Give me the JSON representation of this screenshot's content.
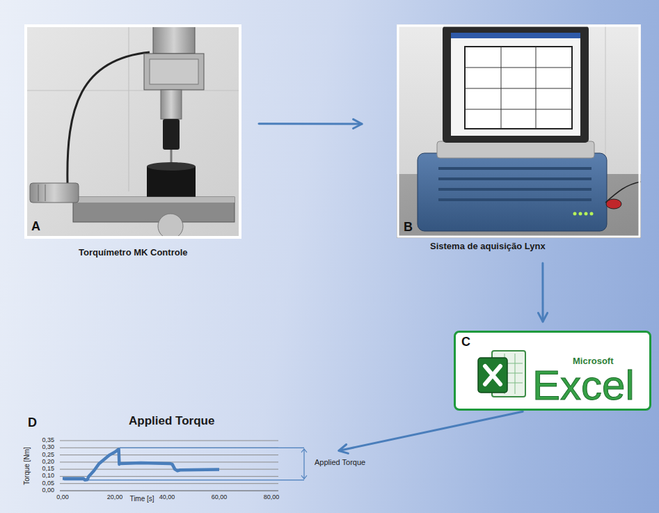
{
  "diagram": {
    "nodes": [
      {
        "text": [
          "A",
          "Torquímetro MK Controle"
        ]
      },
      {
        "text": [
          "B",
          "Sistema de aquisição Lynx"
        ]
      },
      {
        "text": [
          "C",
          "Microsoft",
          "Excel"
        ]
      },
      {
        "text": [
          "D",
          "Applied Torque"
        ]
      }
    ],
    "edges": [
      {
        "from": 0,
        "to": 1,
        "arrow": "to"
      },
      {
        "from": 1,
        "to": 2,
        "arrow": "to"
      },
      {
        "from": 2,
        "to": 3,
        "arrow": "to"
      }
    ],
    "labels": [
      "0,35",
      "0,30",
      "0,25",
      "0,20",
      "0,15",
      "0,10",
      "0,05",
      "0,00",
      "0,00",
      "20,00",
      "40,00",
      "60,00",
      "80,00",
      "Torque [Nm]",
      "Time [s]",
      "Applied Torque"
    ]
  }
}
